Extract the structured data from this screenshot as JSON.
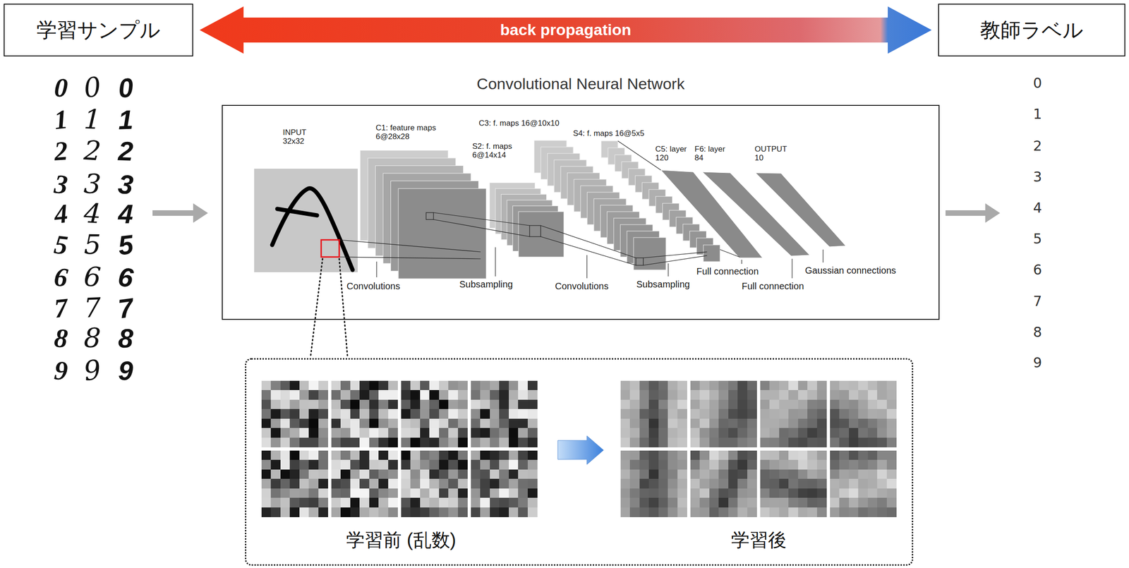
{
  "diagram": {
    "nodes": [
      {
        "text": [
          "学習サンプル"
        ]
      },
      {
        "text": [
          "教師ラベル"
        ]
      },
      {
        "text": [
          "Convolutional Neural Network"
        ]
      },
      {
        "text": [
          "学習前 (乱数)",
          "学習後"
        ]
      }
    ],
    "edges": [
      {
        "from": 0,
        "to": 1,
        "arrow": "both",
        "label": "back propagation"
      }
    ],
    "labels": [
      "INPUT 32x32",
      "C1: feature maps 6@28x28",
      "S2: f. maps 6@14x14",
      "C3: f. maps 16@10x10",
      "S4: f. maps 16@5x5",
      "C5: layer 120",
      "F6: layer 84",
      "OUTPUT 10",
      "Convolutions",
      "Subsampling",
      "Convolutions",
      "Subsampling",
      "Full connection",
      "Full connection",
      "Gaussian connections",
      "0",
      "0",
      "0",
      "1",
      "1",
      "1",
      "2",
      "2",
      "2",
      "3",
      "3",
      "3",
      "4",
      "4",
      "4",
      "5",
      "5",
      "5",
      "6",
      "6",
      "6",
      "7",
      "7",
      "7",
      "8",
      "8",
      "8",
      "9",
      "9",
      "9",
      "0",
      "1",
      "2",
      "3",
      "4",
      "5",
      "6",
      "7",
      "8",
      "9"
    ]
  }
}
